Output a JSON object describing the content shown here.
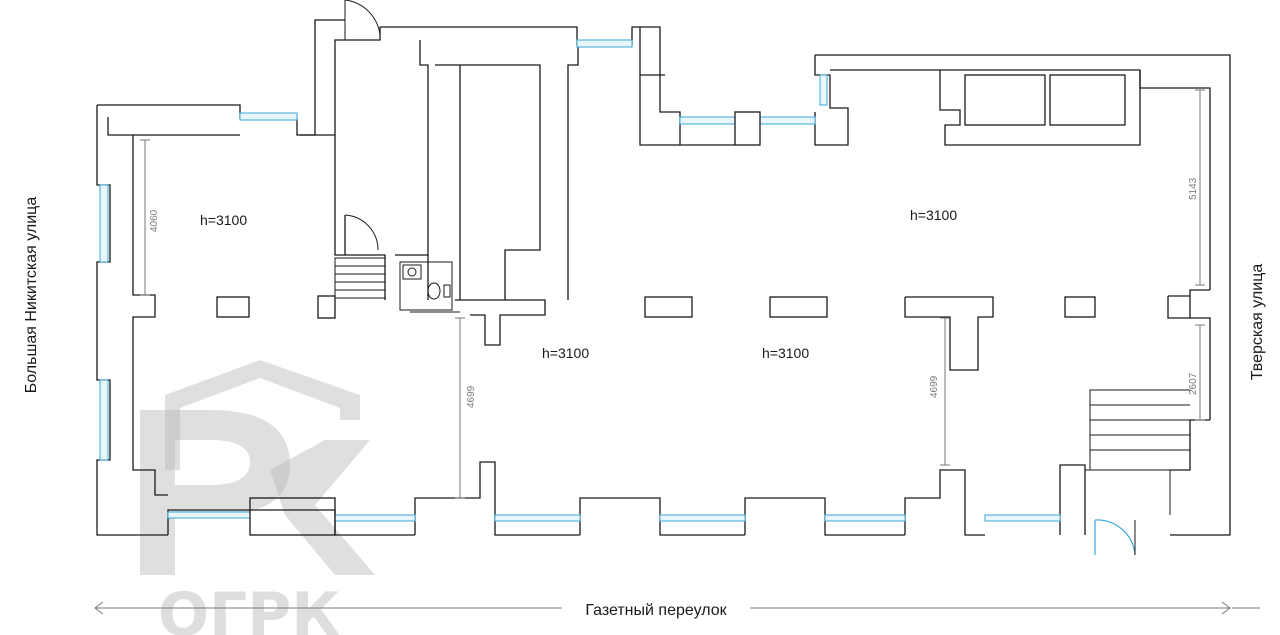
{
  "heights": {
    "room_left": "h=3100",
    "room_right": "h=3100",
    "room_center_left": "h=3100",
    "room_center_right": "h=3100"
  },
  "dimensions": {
    "left_room": "4060",
    "right_top": "5143",
    "right_bottom": "2607",
    "center_left": "4699",
    "center_right": "4699"
  },
  "streets": {
    "left": "Большая Никитская улица",
    "right": "Тверская улица",
    "bottom": "Газетный переулок"
  },
  "watermark": {
    "text": "ОГРК"
  },
  "colors": {
    "walls": "#1a1a1a",
    "windows": "#3aa8d8",
    "dimensions": "#7a7a7a",
    "watermark": "#b8b8b8"
  }
}
